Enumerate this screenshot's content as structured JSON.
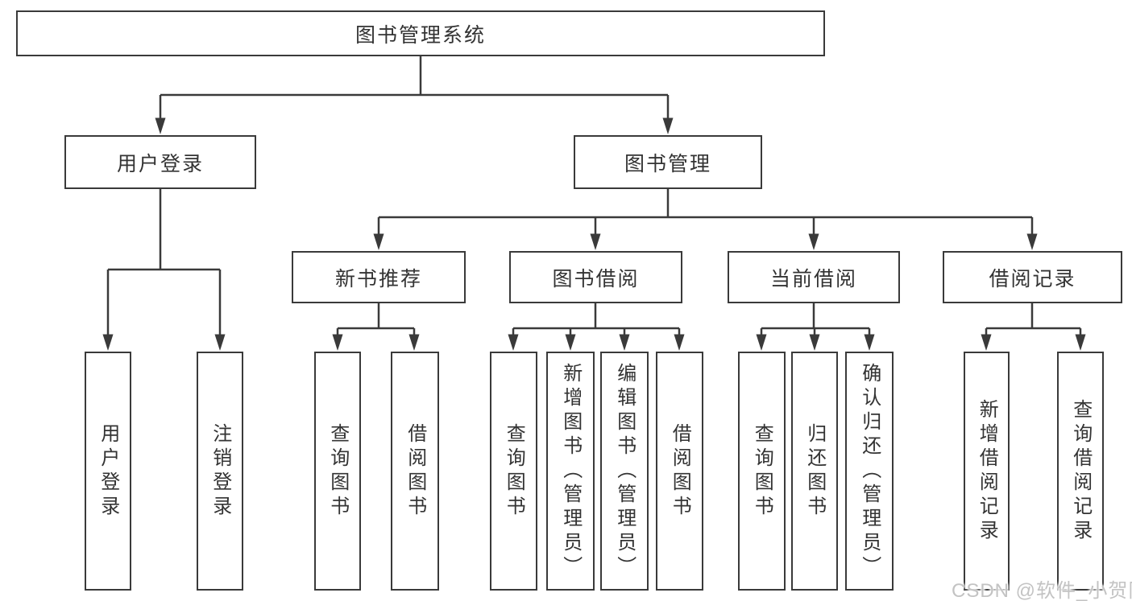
{
  "tree": {
    "root": "图书管理系统",
    "login": {
      "label": "用户登录",
      "children": [
        "用户登录",
        "注销登录"
      ]
    },
    "mgmt": {
      "label": "图书管理",
      "groups": [
        {
          "label": "新书推荐",
          "children": [
            "查询图书",
            "借阅图书"
          ]
        },
        {
          "label": "图书借阅",
          "children": [
            "查询图书",
            "新增图书（管理员）",
            "编辑图书（管理员）",
            "借阅图书"
          ]
        },
        {
          "label": "当前借阅",
          "children": [
            "查询图书",
            "归还图书",
            "确认归还（管理员）"
          ]
        },
        {
          "label": "借阅记录",
          "children": [
            "新增借阅记录",
            "查询借阅记录"
          ]
        }
      ]
    }
  },
  "watermark": {
    "text": "CSDN @软件_小贺同学"
  },
  "colors": {
    "line": "#3a3a3a",
    "text": "#333333",
    "background": "#ffffff",
    "watermark": "#c3c3c3"
  }
}
